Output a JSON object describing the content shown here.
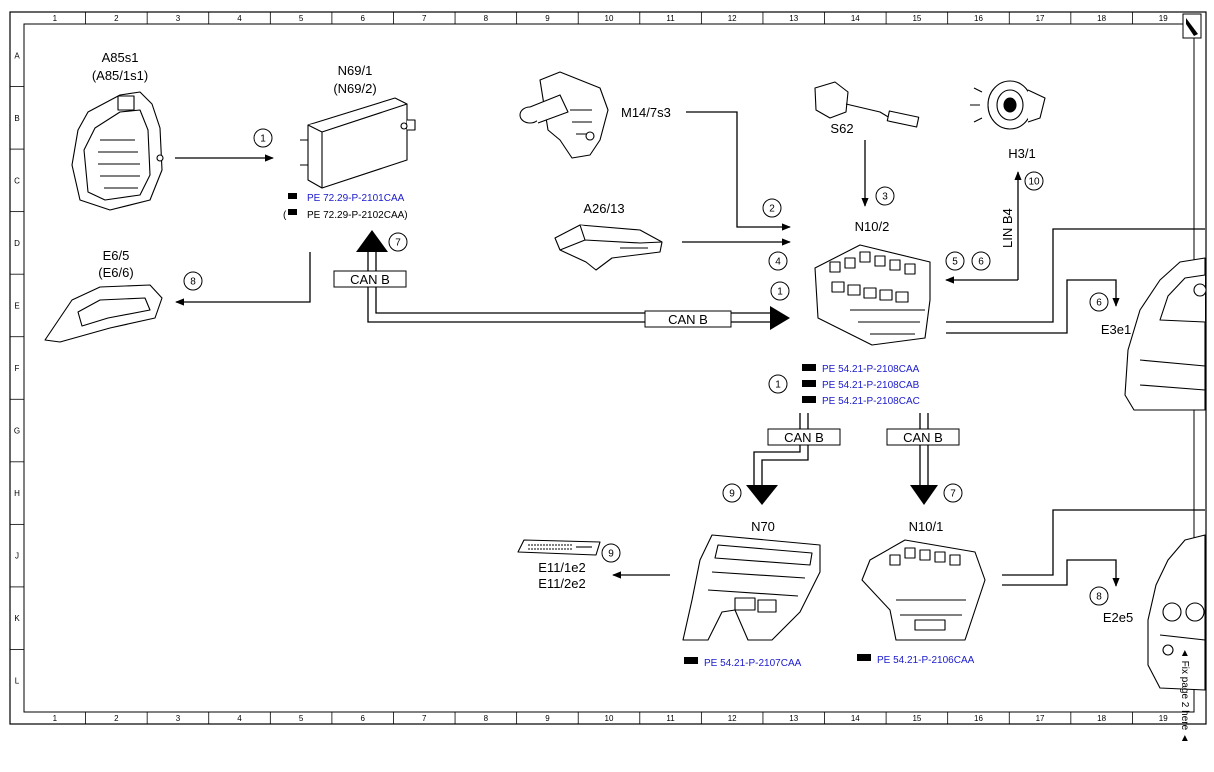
{
  "grid": {
    "columns": [
      "1",
      "2",
      "3",
      "4",
      "5",
      "6",
      "7",
      "8",
      "9",
      "10",
      "11",
      "12",
      "13",
      "14",
      "15",
      "16",
      "17",
      "18",
      "19"
    ],
    "rows": [
      "A",
      "B",
      "C",
      "D",
      "E",
      "F",
      "G",
      "H",
      "J",
      "K",
      "L"
    ]
  },
  "components": {
    "a85s1": {
      "name": "A85s1",
      "alt": "(A85/1s1)"
    },
    "n69_1": {
      "name": "N69/1",
      "alt": "(N69/2)"
    },
    "m14_7s3": {
      "name": "M14/7s3"
    },
    "s62": {
      "name": "S62"
    },
    "h3_1": {
      "name": "H3/1"
    },
    "a26_13": {
      "name": "A26/13"
    },
    "n10_2": {
      "name": "N10/2"
    },
    "e6_5": {
      "name": "E6/5",
      "alt": "(E6/6)"
    },
    "e3e1": {
      "name": "E3e1"
    },
    "n70": {
      "name": "N70"
    },
    "n10_1": {
      "name": "N10/1"
    },
    "e11": {
      "name": "E11/1e2",
      "alt": "E11/2e2"
    },
    "e2e5": {
      "name": "E2e5"
    }
  },
  "references": {
    "n69_1": [
      "PE 72.29-P-2101CAA",
      "PE 72.29-P-2102CAA)"
    ],
    "n69_1_alt_prefix": "(",
    "n10_2": [
      "PE 54.21-P-2108CAA",
      "PE 54.21-P-2108CAB",
      "PE 54.21-P-2108CAC"
    ],
    "n70": "PE 54.21-P-2107CAA",
    "n10_1": "PE 54.21-P-2106CAA"
  },
  "bus_labels": {
    "can_b": "CAN B",
    "lin_b4": "LIN B4"
  },
  "callouts": [
    "1",
    "1",
    "1",
    "2",
    "3",
    "4",
    "5",
    "6",
    "6",
    "7",
    "7",
    "8",
    "8",
    "9",
    "9",
    "10"
  ],
  "continuation_note": "◄ Fix page 2 here ◄",
  "colors": {
    "line": "#000000",
    "reference_link": "#1a1acc",
    "reference_plain": "#000000",
    "background": "#ffffff"
  }
}
